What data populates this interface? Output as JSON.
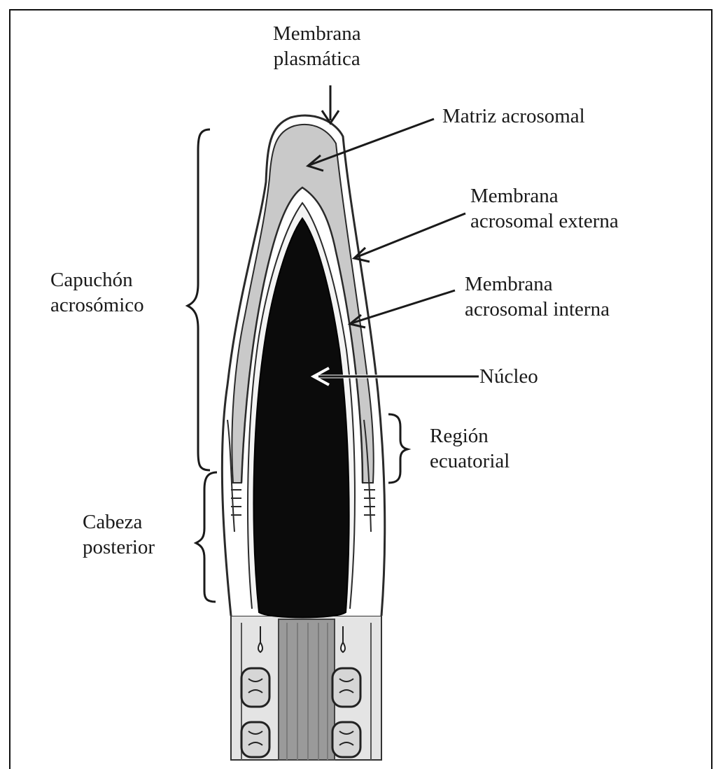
{
  "labels": {
    "membrana_plasmatica": [
      "Membrana",
      "plasmática"
    ],
    "matriz_acrosomal": "Matriz acrosomal",
    "membrana_acrosomal_externa": [
      "Membrana",
      "acrosomal externa"
    ],
    "membrana_acrosomal_interna": [
      "Membrana",
      "acrosomal interna"
    ],
    "nucleo": "Núcleo",
    "region_ecuatorial": [
      "Región",
      "ecuatorial"
    ],
    "capuchon_acrosomico": [
      "Capuchón",
      "acrosómico"
    ],
    "cabeza_posterior": [
      "Cabeza",
      "posterior"
    ]
  },
  "colors": {
    "ink": "#1a1a1a",
    "acrosome_fill": "#c9c9c9",
    "nucleus_fill": "#0b0b0b",
    "midpiece_fill": "#9a9a9a"
  }
}
